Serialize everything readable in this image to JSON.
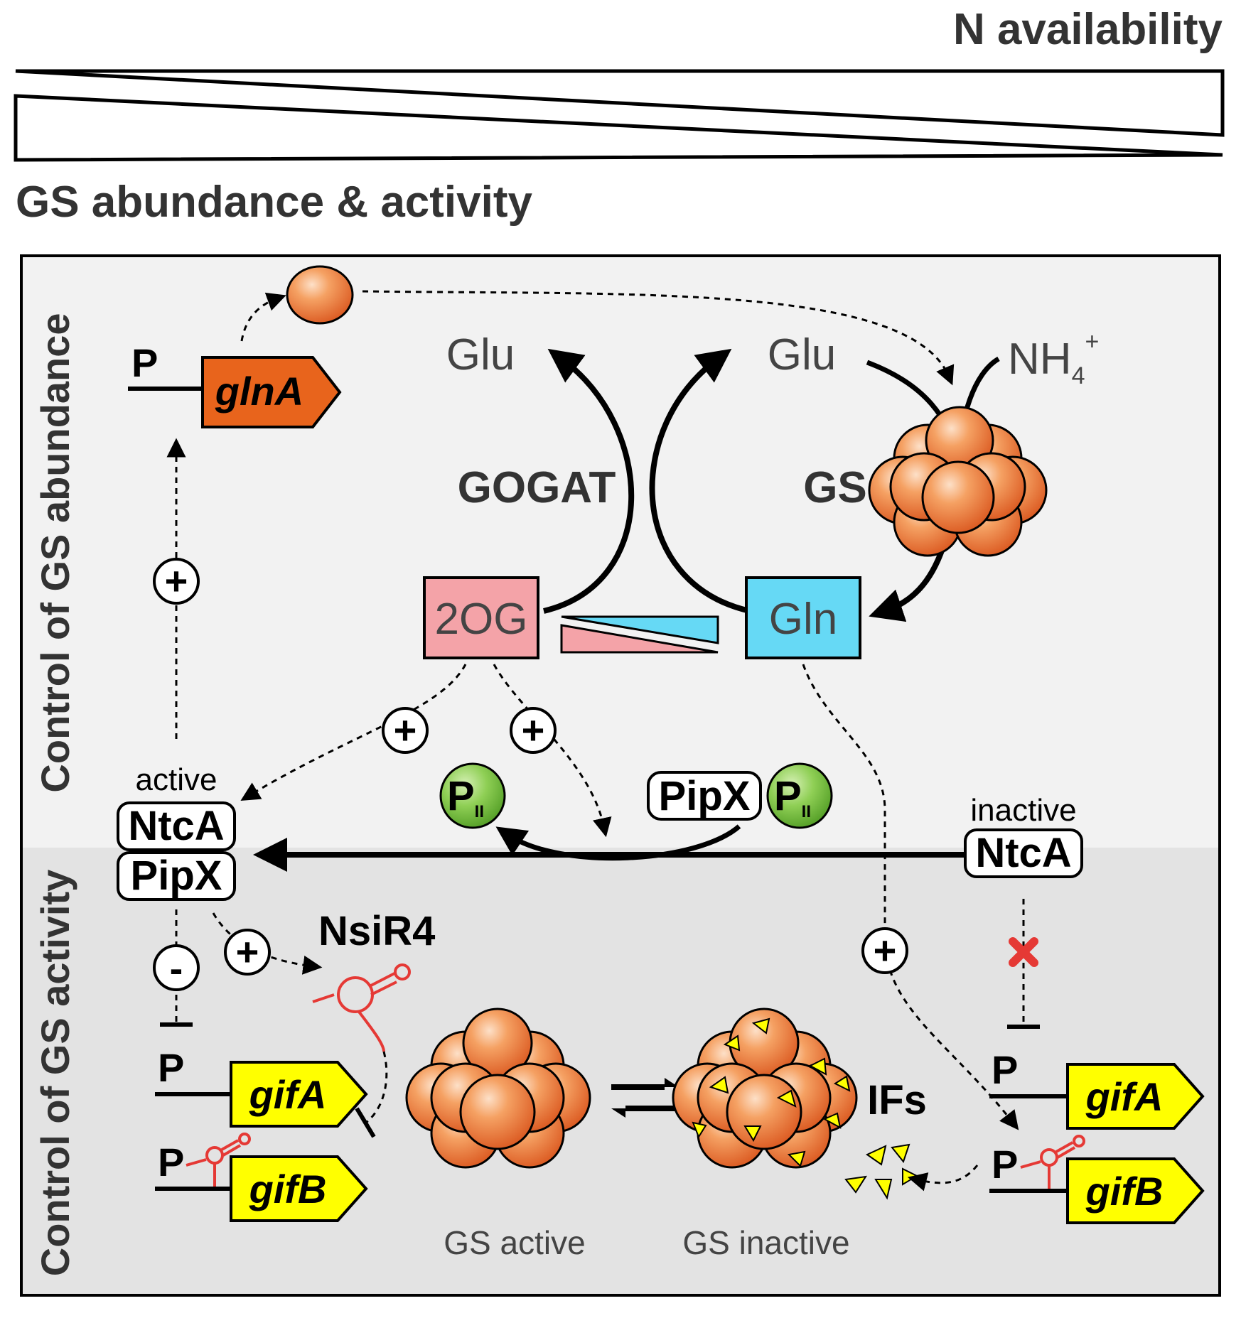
{
  "header": {
    "n_label": "N availability",
    "gs_label": "GS abundance & activity"
  },
  "sections": {
    "abundance": "Control of GS abundance",
    "activity": "Control of GS activity"
  },
  "metabolites": {
    "glu_left": "Glu",
    "glu_right": "Glu",
    "nh4": "NH",
    "nh4_sub": "4",
    "nh4_sup": "+",
    "two_og": "2OG",
    "gln": "Gln"
  },
  "enzymes": {
    "gogat": "GOGAT",
    "gs": "GS"
  },
  "genes": {
    "promoter": "P",
    "glnA": "glnA",
    "gifA": "gifA",
    "gifB": "gifB"
  },
  "regulators": {
    "active": "active",
    "inactive": "inactive",
    "ntca": "NtcA",
    "pipx": "PipX",
    "pii": "P",
    "pii_sub": "II",
    "nsir4": "NsiR4",
    "ifs": "IFs"
  },
  "signs": {
    "plus": "+",
    "minus": "-"
  },
  "states": {
    "gs_active": "GS active",
    "gs_inactive": "GS inactive"
  },
  "colors": {
    "gene_orange": "#e8641c",
    "gene_yellow": "#ffff00",
    "og_pink": "#f4a3a8",
    "gln_blue": "#66d9f5",
    "pii_green": "#7cc243",
    "rna_red": "#e53935",
    "panel_top": "#f2f2f2",
    "panel_bottom": "#e3e3e3"
  }
}
